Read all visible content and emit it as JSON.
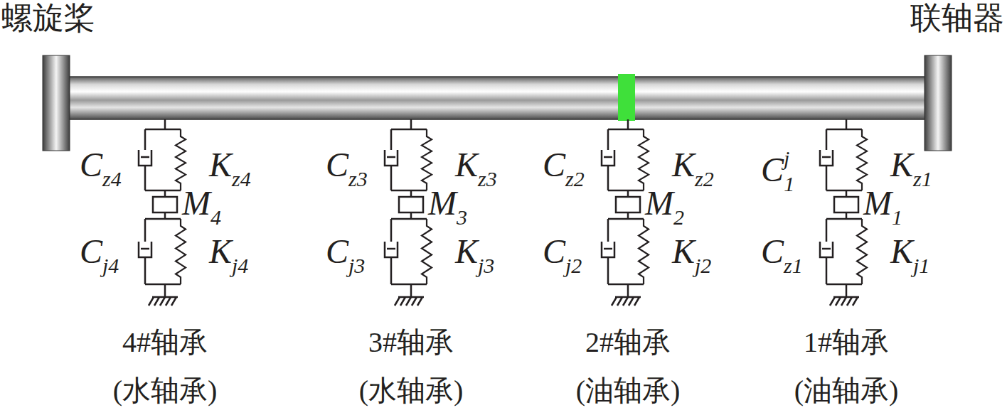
{
  "diagram": {
    "labels": [
      "螺旋桨",
      "联轴器",
      "Cz4",
      "Kz4",
      "M4",
      "Cj4",
      "Kj4",
      "4#轴承",
      "(水轴承)",
      "Cz3",
      "Kz3",
      "M3",
      "Cj3",
      "Kj3",
      "3#轴承",
      "(水轴承)",
      "Cz2",
      "Kz2",
      "M2",
      "Cj2",
      "Kj2",
      "2#轴承",
      "(油轴承)",
      "Cj1",
      "Kz1",
      "M1",
      "Cz1",
      "Kj1",
      "1#轴承",
      "(油轴承)"
    ]
  }
}
